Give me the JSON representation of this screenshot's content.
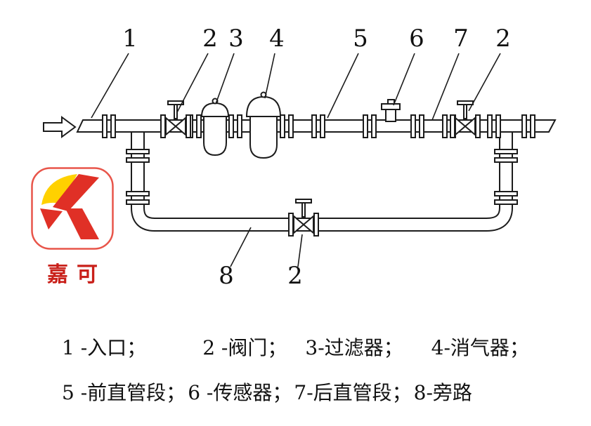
{
  "diagram": {
    "callouts": {
      "inlet": "1",
      "valve_left": "2",
      "filter": "3",
      "air_eliminator": "4",
      "front_straight": "5",
      "sensor": "6",
      "rear_straight": "7",
      "valve_right": "2",
      "bypass": "8",
      "valve_bypass": "2"
    }
  },
  "legend": {
    "row1": [
      "1 -入口；",
      "2 -阀门；",
      "3-过滤器；",
      "4-消气器；"
    ],
    "row2": [
      "5 -前直管段；",
      "6 -传感器；",
      "7-后直管段；",
      "8-旁路"
    ]
  },
  "logo": {
    "wordmark": "嘉可",
    "colors": {
      "red": "#e03026",
      "yellow": "#ffd100",
      "border": "#e8554a"
    }
  },
  "colors": {
    "line": "#1c1c1c",
    "text": "#111111",
    "background": "#ffffff"
  }
}
